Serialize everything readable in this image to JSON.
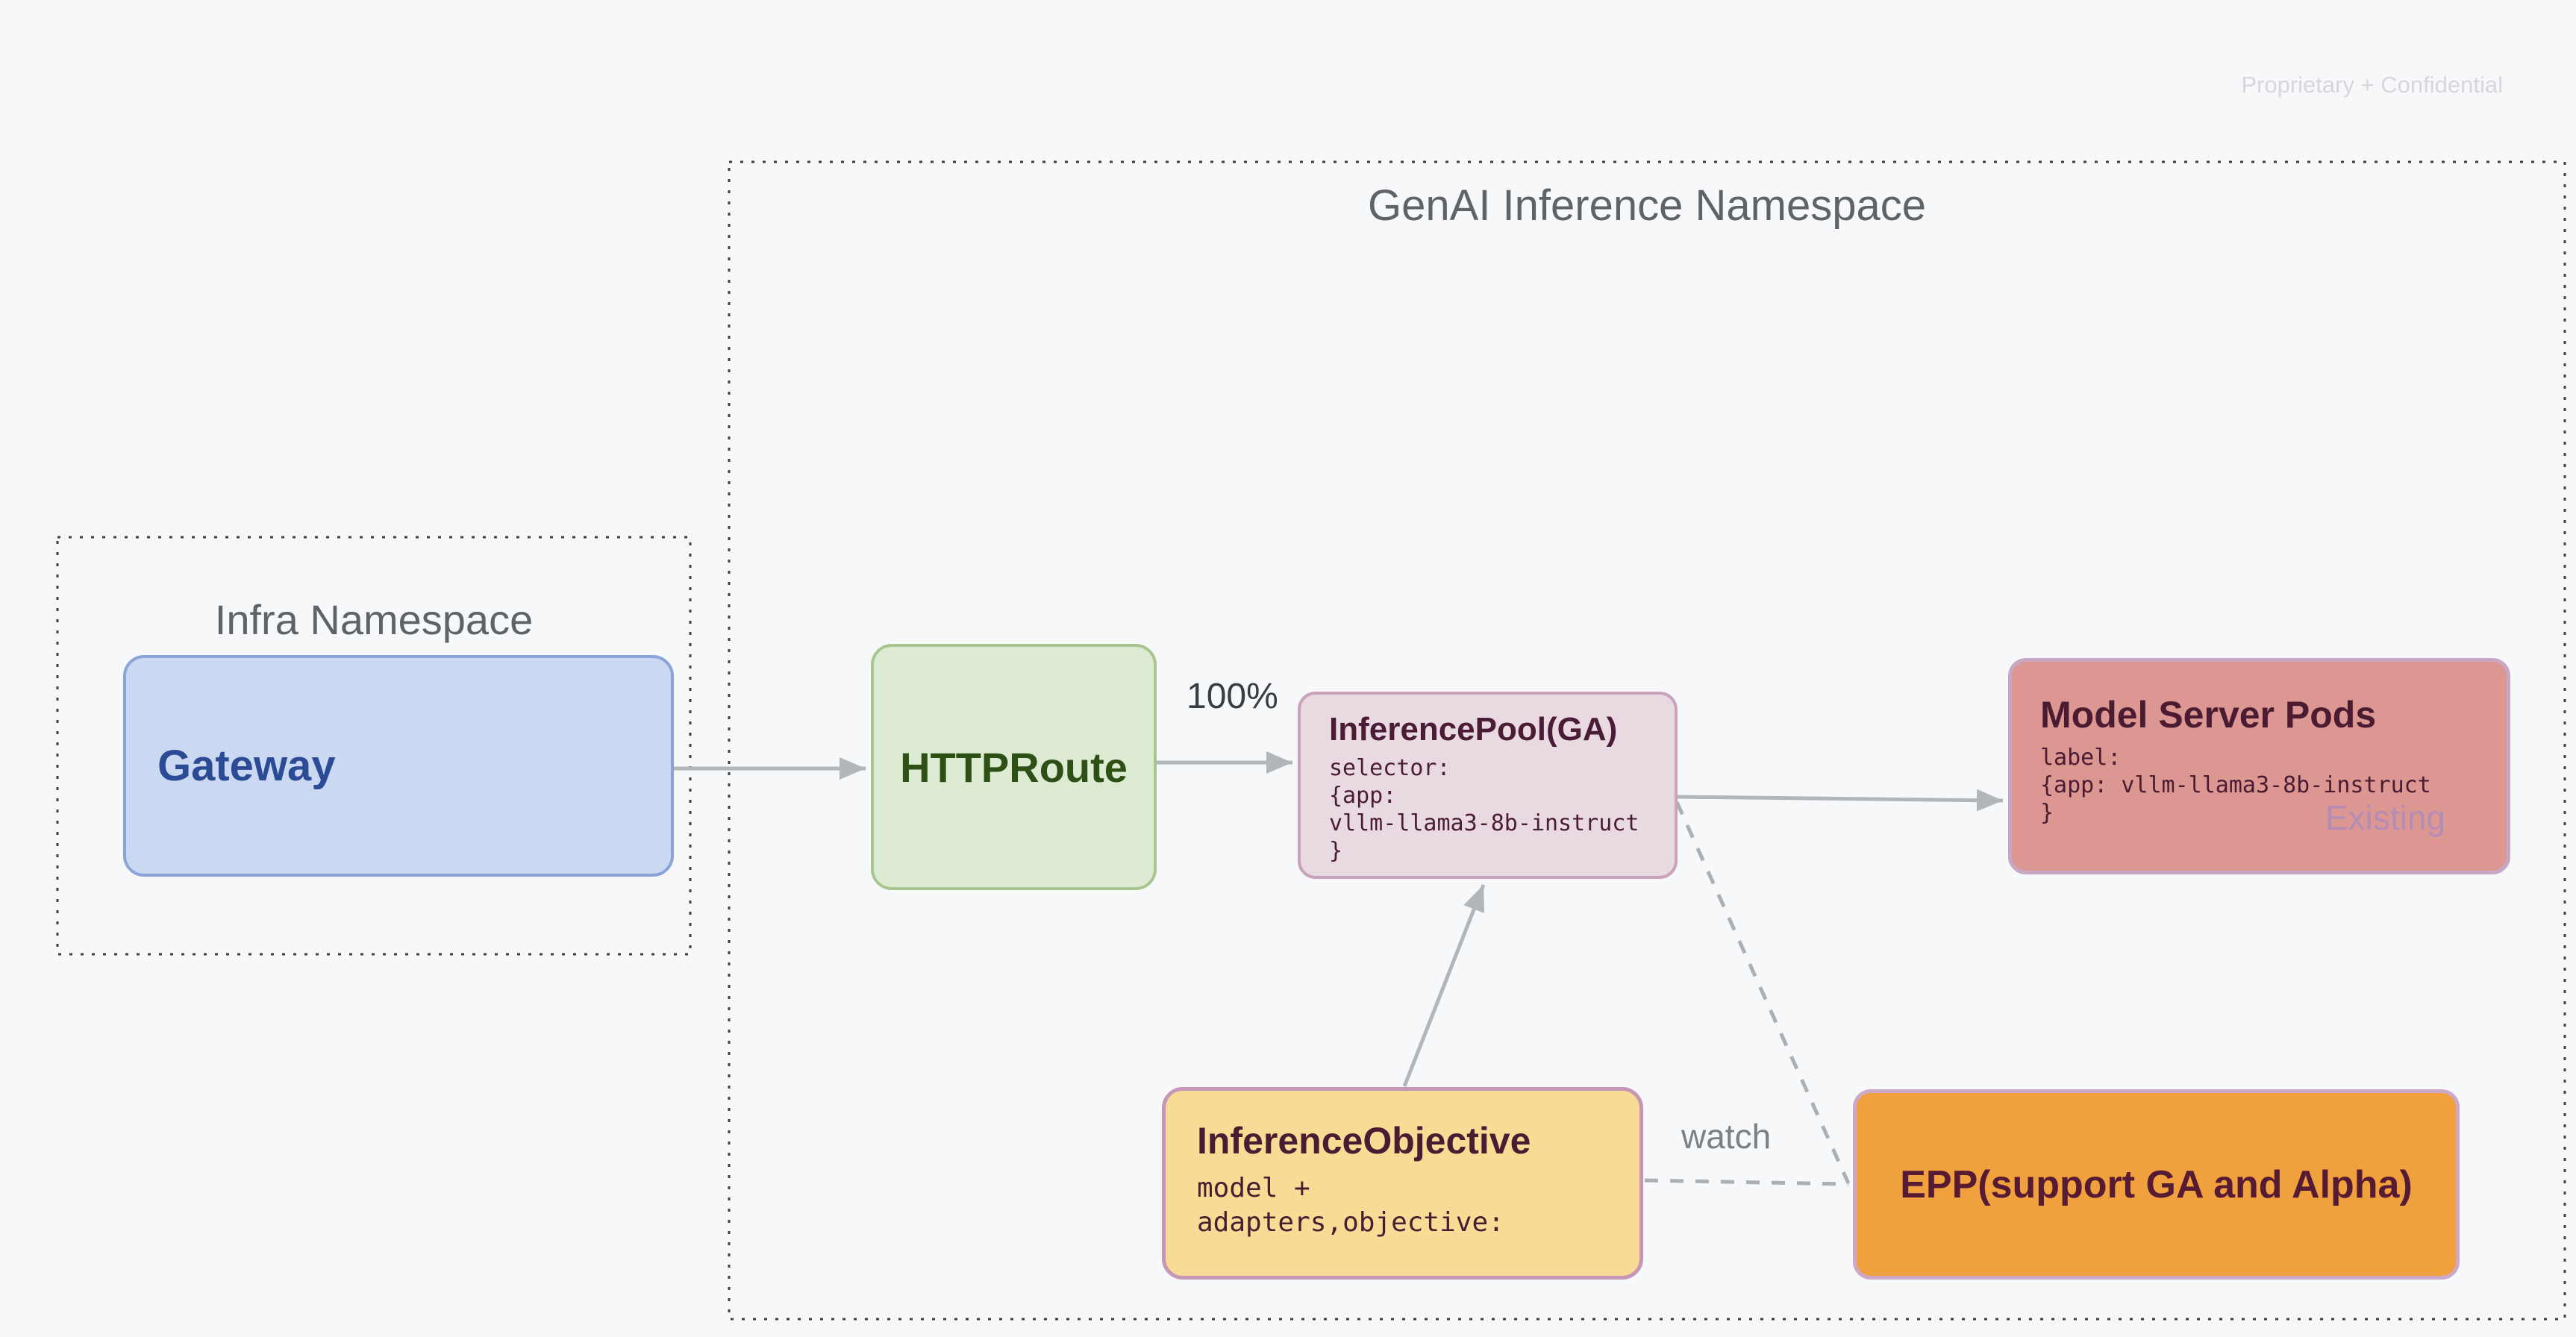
{
  "slide": {
    "watermark": "Proprietary + Confidential"
  },
  "namespaces": {
    "genai": {
      "title": "GenAI Inference Namespace"
    },
    "infra": {
      "title": "Infra Namespace"
    }
  },
  "nodes": {
    "gateway": {
      "label": "Gateway"
    },
    "httproute": {
      "label": "HTTPRoute"
    },
    "inference_pool": {
      "title": "InferencePool(GA)",
      "code": [
        "selector:",
        "{app:",
        "vllm-llama3-8b-instruct",
        "}"
      ]
    },
    "model_server_pods": {
      "title": "Model Server Pods",
      "code": [
        "label:",
        "{app: vllm-llama3-8b-instruct",
        "}"
      ],
      "badge": "Existing"
    },
    "inference_objective": {
      "title": "InferenceObjective",
      "code": [
        "model +",
        "adapters,objective:"
      ]
    },
    "epp": {
      "label": "EPP(support GA and Alpha)"
    }
  },
  "edges": {
    "route_weight_label": "100%",
    "watch_label": "watch"
  },
  "colors": {
    "background": "#f7f8fa",
    "namespace_border": "#3f4043",
    "namespace_title": "#5f6368",
    "gateway_fill": "#cbd8f1",
    "gateway_border": "#8aa4da",
    "gateway_text": "#2b4b94",
    "httproute_fill": "#dcebd2",
    "httproute_border": "#a9c58f",
    "httproute_text": "#2e4f15",
    "pool_fill": "#e9d9e1",
    "pool_border": "#c9a2bc",
    "pool_text": "#4b1c36",
    "pods_fill": "#dc9792",
    "pods_border": "#c8a7c4",
    "pods_text": "#4a1b31",
    "existing_text": "#b58cb4",
    "objective_fill": "#f8dc95",
    "objective_border": "#c795b5",
    "epp_fill": "#f0a13d",
    "epp_border": "#cda8c9",
    "epp_text": "#561a33",
    "connector": "#b2b6ba",
    "watermark_text": "#d5d7da"
  }
}
